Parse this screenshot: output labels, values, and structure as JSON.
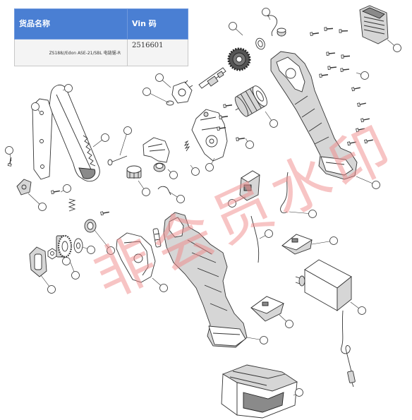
{
  "table": {
    "headers": {
      "product_name": "货品名称",
      "vin": "Vin 码"
    },
    "rows": [
      {
        "product_name": "ZS188//Edon ASE-21/SBL 电链锯-R",
        "vin": "2516601"
      }
    ]
  },
  "watermark": {
    "text": "非会员水印"
  },
  "colors": {
    "header_bg": "#4a7fd3",
    "header_text": "#ffffff",
    "watermark": "#f08a8a",
    "line_art": "#333333"
  }
}
